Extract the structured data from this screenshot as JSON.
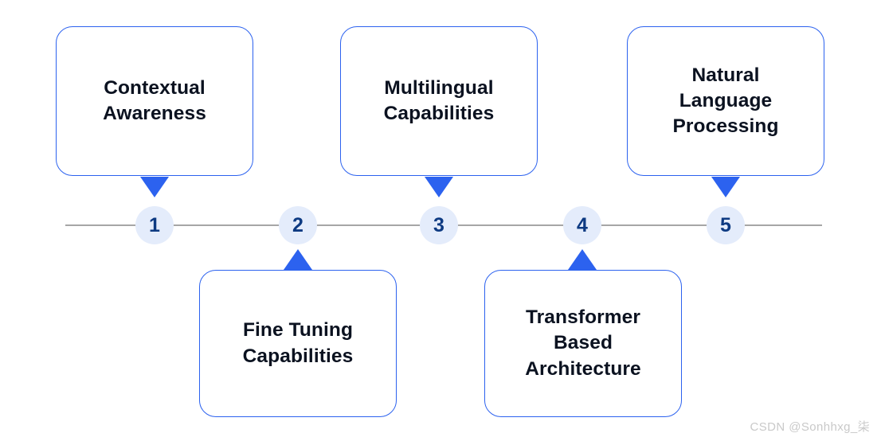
{
  "diagram": {
    "type": "alternating-timeline",
    "accent_color": "#2c62ef",
    "marker_fill_color": "#e4ecfb",
    "marker_number_color": "#0d3a82",
    "axis_color": "#a6a6a6",
    "title_color": "#0b1220",
    "background_color": "#ffffff",
    "steps": [
      {
        "number": "1",
        "title": "Contextual\nAwareness",
        "position": "top"
      },
      {
        "number": "2",
        "title": "Fine Tuning\nCapabilities",
        "position": "bottom"
      },
      {
        "number": "3",
        "title": "Multilingual\nCapabilities",
        "position": "top"
      },
      {
        "number": "4",
        "title": "Transformer\nBased\nArchitecture",
        "position": "bottom"
      },
      {
        "number": "5",
        "title": "Natural\nLanguage\nProcessing",
        "position": "top"
      }
    ]
  },
  "watermark": {
    "text": "CSDN @Sonhhxg_柒"
  }
}
